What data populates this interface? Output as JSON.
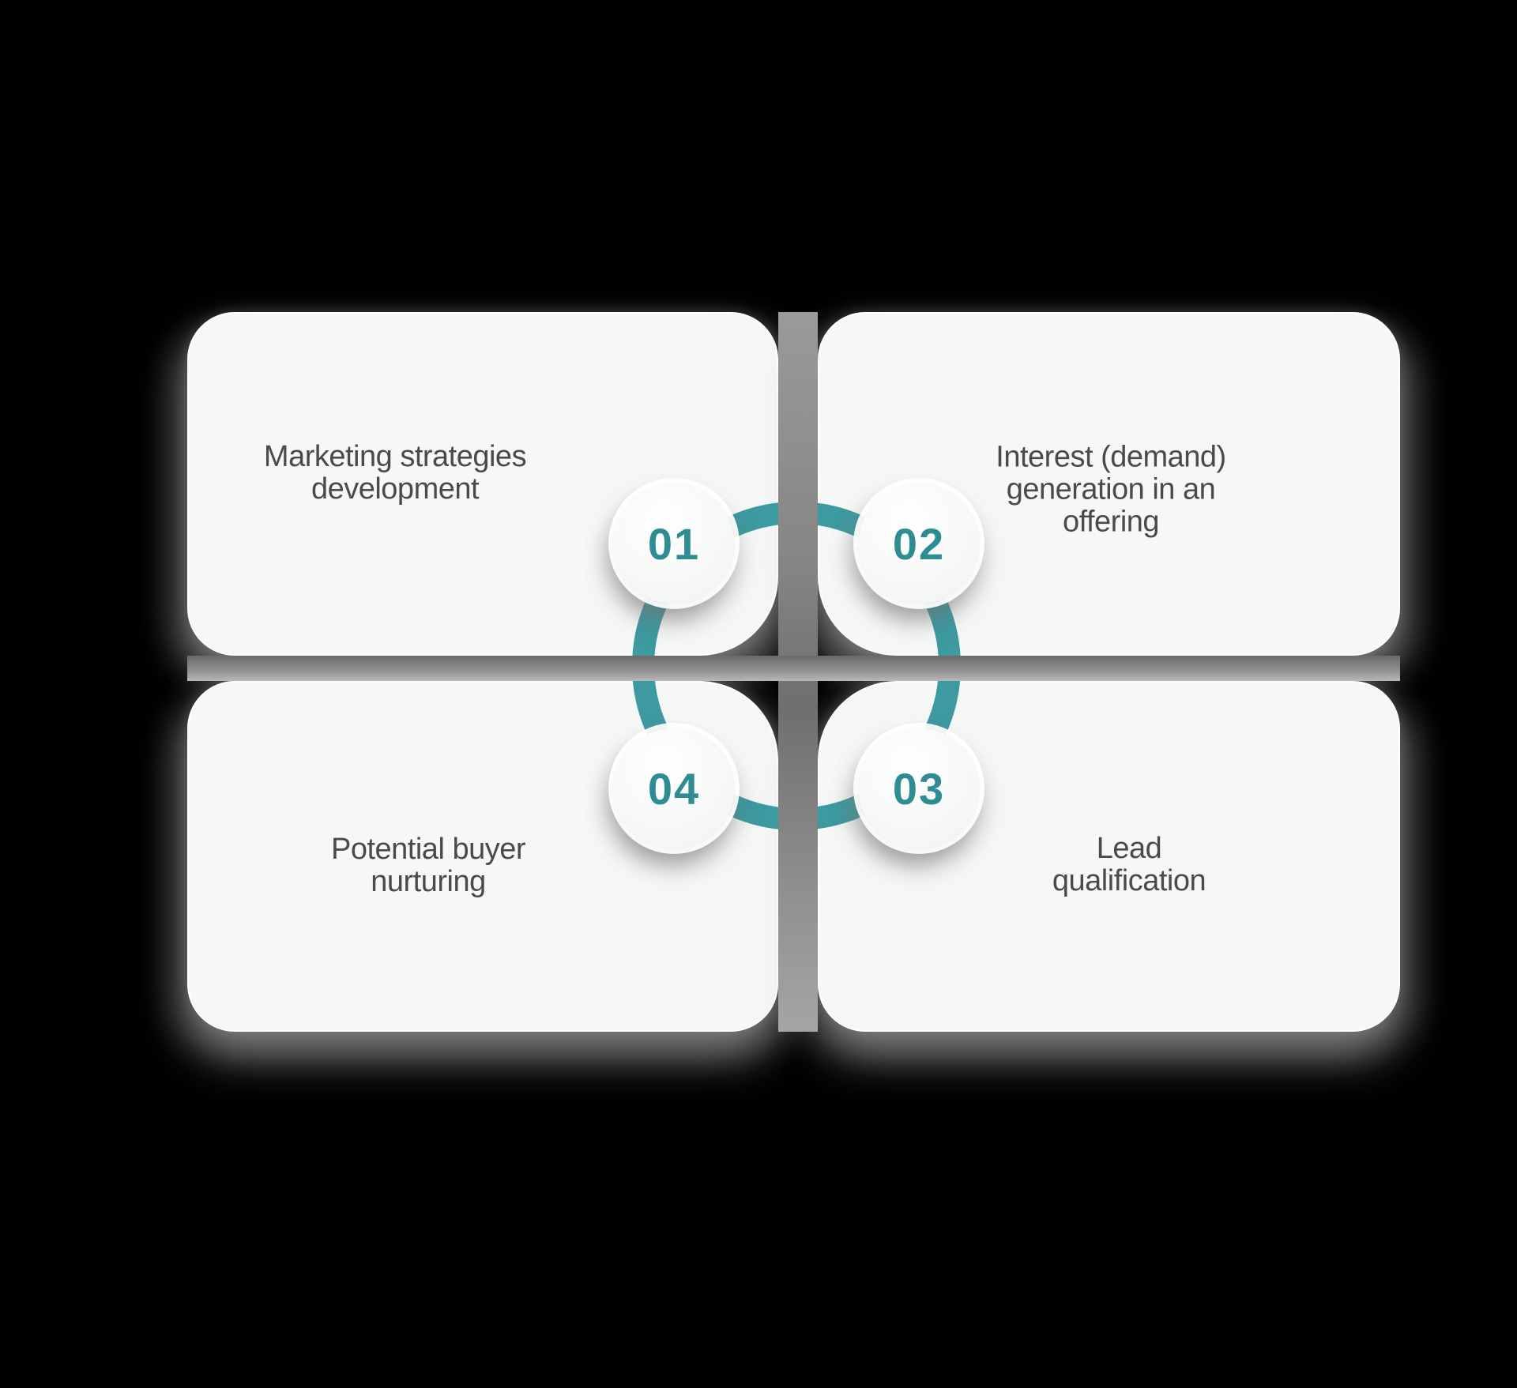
{
  "colors": {
    "background": "#000000",
    "card": "#f6f7f7",
    "ring": "#3d9aa0",
    "number": "#2e8d92",
    "text": "#4a4a4a"
  },
  "steps": [
    {
      "number": "01",
      "label": "Marketing strategies\ndevelopment"
    },
    {
      "number": "02",
      "label": "Interest (demand)\ngeneration in an\noffering"
    },
    {
      "number": "03",
      "label": "Lead\nqualification"
    },
    {
      "number": "04",
      "label": "Potential buyer\nnurturing"
    }
  ]
}
